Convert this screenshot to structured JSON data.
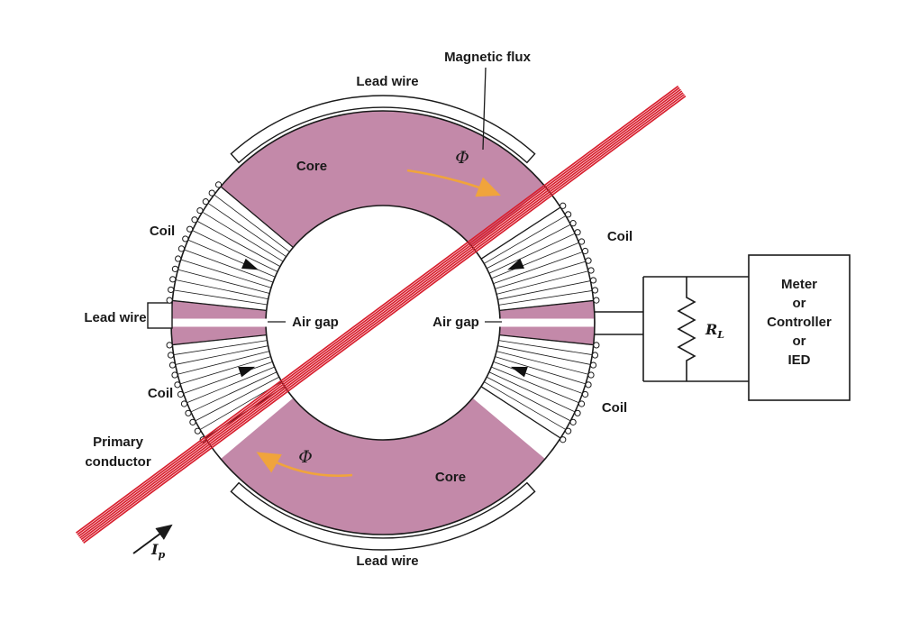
{
  "labels": {
    "magnetic_flux": "Magnetic flux",
    "lead_wire_top": "Lead wire",
    "lead_wire_left": "Lead wire",
    "lead_wire_bottom": "Lead wire",
    "core_top": "Core",
    "core_bottom": "Core",
    "coil_upper_left": "Coil",
    "coil_upper_right": "Coil",
    "coil_lower_left": "Coil",
    "coil_lower_right": "Coil",
    "air_gap_left": "Air gap",
    "air_gap_right": "Air gap",
    "flux_symbol_top": "Φ",
    "flux_symbol_bottom": "Φ",
    "primary_conductor": [
      "Primary",
      "conductor"
    ],
    "primary_current": {
      "base": "I",
      "sub": "p"
    },
    "load_resistor": {
      "base": "R",
      "sub": "L"
    }
  },
  "meter_box": {
    "lines": [
      "Meter",
      "or",
      "Controller",
      "or",
      "IED"
    ]
  },
  "colors": {
    "core": "#c389a9",
    "conductor": "#d8202f",
    "flux_arrow": "#f0a43c",
    "outline": "#1a1a1a"
  }
}
